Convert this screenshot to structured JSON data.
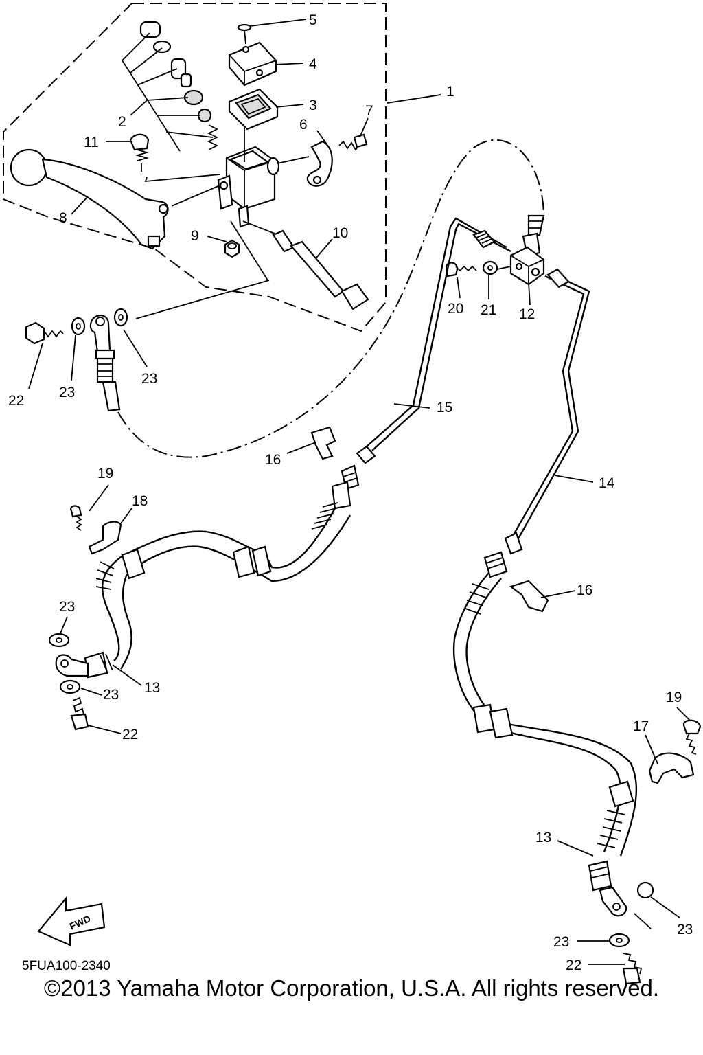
{
  "diagram": {
    "part_code": "5FUA100-2340",
    "copyright": "©2013 Yamaha Motor Corporation, U.S.A. All rights reserved.",
    "fwd_label": "FWD",
    "callouts": {
      "c1": "1",
      "c2": "2",
      "c3": "3",
      "c4": "4",
      "c5": "5",
      "c6": "6",
      "c7": "7",
      "c8": "8",
      "c9": "9",
      "c10": "10",
      "c11": "11",
      "c12": "12",
      "c13a": "13",
      "c13b": "13",
      "c14": "14",
      "c15": "15",
      "c16a": "16",
      "c16b": "16",
      "c17": "17",
      "c18": "18",
      "c19a": "19",
      "c19b": "19",
      "c20": "20",
      "c21": "21",
      "c22a": "22",
      "c22b": "22",
      "c22c": "22",
      "c23a": "23",
      "c23b": "23",
      "c23c": "23",
      "c23d": "23",
      "c23e": "23",
      "c23f": "23"
    }
  }
}
